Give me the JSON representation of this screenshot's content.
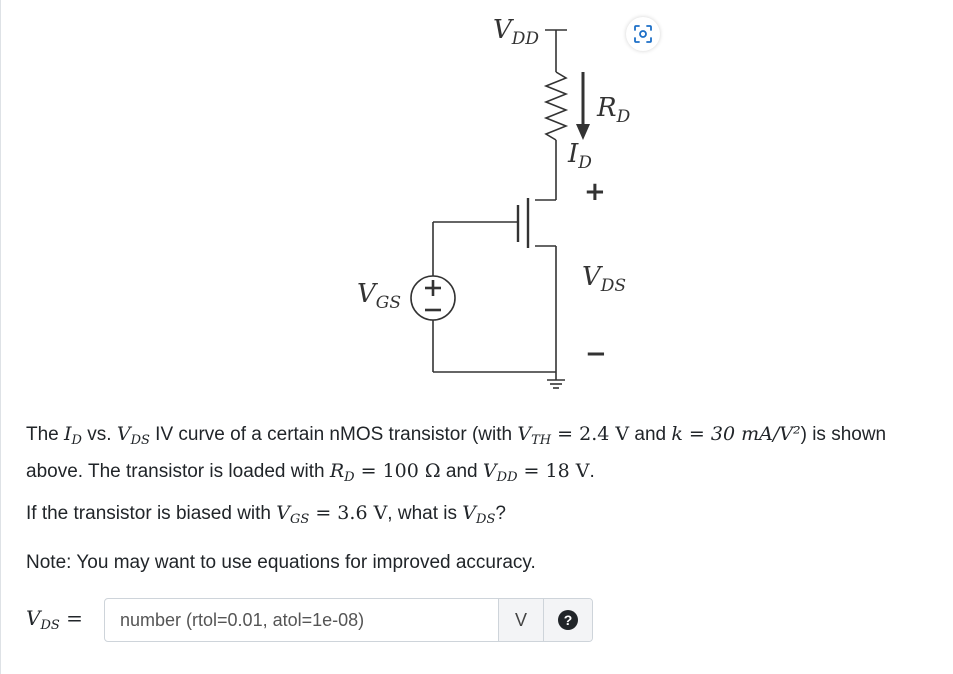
{
  "circuit": {
    "vdd_symbol": "V",
    "vdd_sub": "DD",
    "rd_symbol": "R",
    "rd_sub": "D",
    "id_symbol": "I",
    "id_sub": "D",
    "vgs_symbol": "V",
    "vgs_sub": "GS",
    "vds_symbol": "V",
    "vds_sub": "DS",
    "plus_sign": "+",
    "minus_sign": "−"
  },
  "question": {
    "p1_prefix": "The ",
    "p1_id": "I",
    "p1_id_sub": "D",
    "p1_vs": " vs. ",
    "p1_vds": "V",
    "p1_vds_sub": "DS",
    "p1_mid": " IV curve of a certain nMOS transistor (with ",
    "p1_vth": "V",
    "p1_vth_sub": "TH",
    "p1_vth_val": " = 2.4 V",
    "p1_and": " and ",
    "p1_k": "k = 30 mA/V²",
    "p1_end": ") is shown",
    "p2_prefix": "above. The transistor is loaded with ",
    "p2_rd": "R",
    "p2_rd_sub": "D",
    "p2_rd_val": " = 100 Ω",
    "p2_and": " and ",
    "p2_vdd": "V",
    "p2_vdd_sub": "DD",
    "p2_vdd_val": " = 18 V",
    "p2_end": ".",
    "p3_prefix": "If the transistor is biased with ",
    "p3_vgs": "V",
    "p3_vgs_sub": "GS",
    "p3_vgs_val": " = 3.6 V",
    "p3_mid": ", what is ",
    "p3_vds": "V",
    "p3_vds_sub": "DS",
    "p3_end": "?",
    "note": "Note: You may want to use equations for improved accuracy."
  },
  "answer": {
    "label_symbol": "V",
    "label_sub": "DS",
    "label_eq": " =",
    "placeholder": "number (rtol=0.01, atol=1e-08)",
    "unit": "V",
    "help": "?"
  }
}
